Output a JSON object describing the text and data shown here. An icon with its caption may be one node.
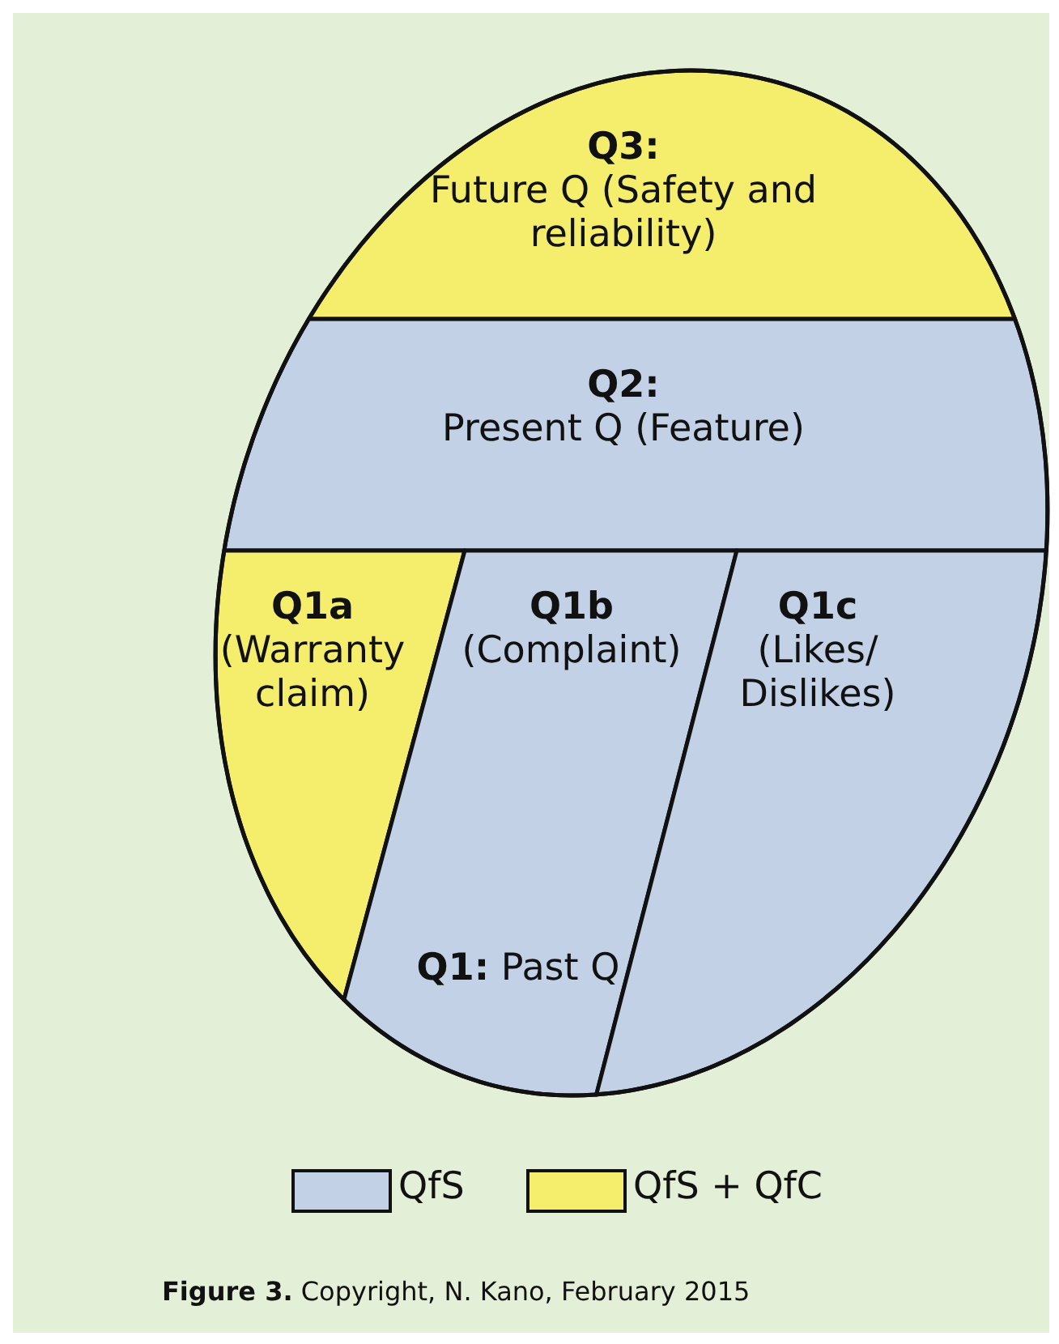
{
  "diagram": {
    "caption": "**Figure 3.** Copyright, N. Kano, February 2015",
    "nodes": [
      {
        "text": [
          "Q3:",
          "Future Q (Safety and reliability)"
        ]
      },
      {
        "text": [
          "**Q2**:",
          "Present Q (Feature)"
        ]
      },
      {
        "text": [
          "Q1a",
          "(Warranty claim)"
        ]
      },
      {
        "text": [
          "Q1b",
          "(Complaint)"
        ]
      },
      {
        "text": [
          "Q1c",
          "(Likes/ Dislikes)"
        ]
      }
    ],
    "edges": [],
    "labels": [
      "**Q1:** Past Q"
    ],
    "legend": [
      {
        "text": "QfS",
        "color": "#c3d1e6"
      },
      {
        "text": "QfS + QfC",
        "color": "#f4ee6c"
      }
    ]
  }
}
